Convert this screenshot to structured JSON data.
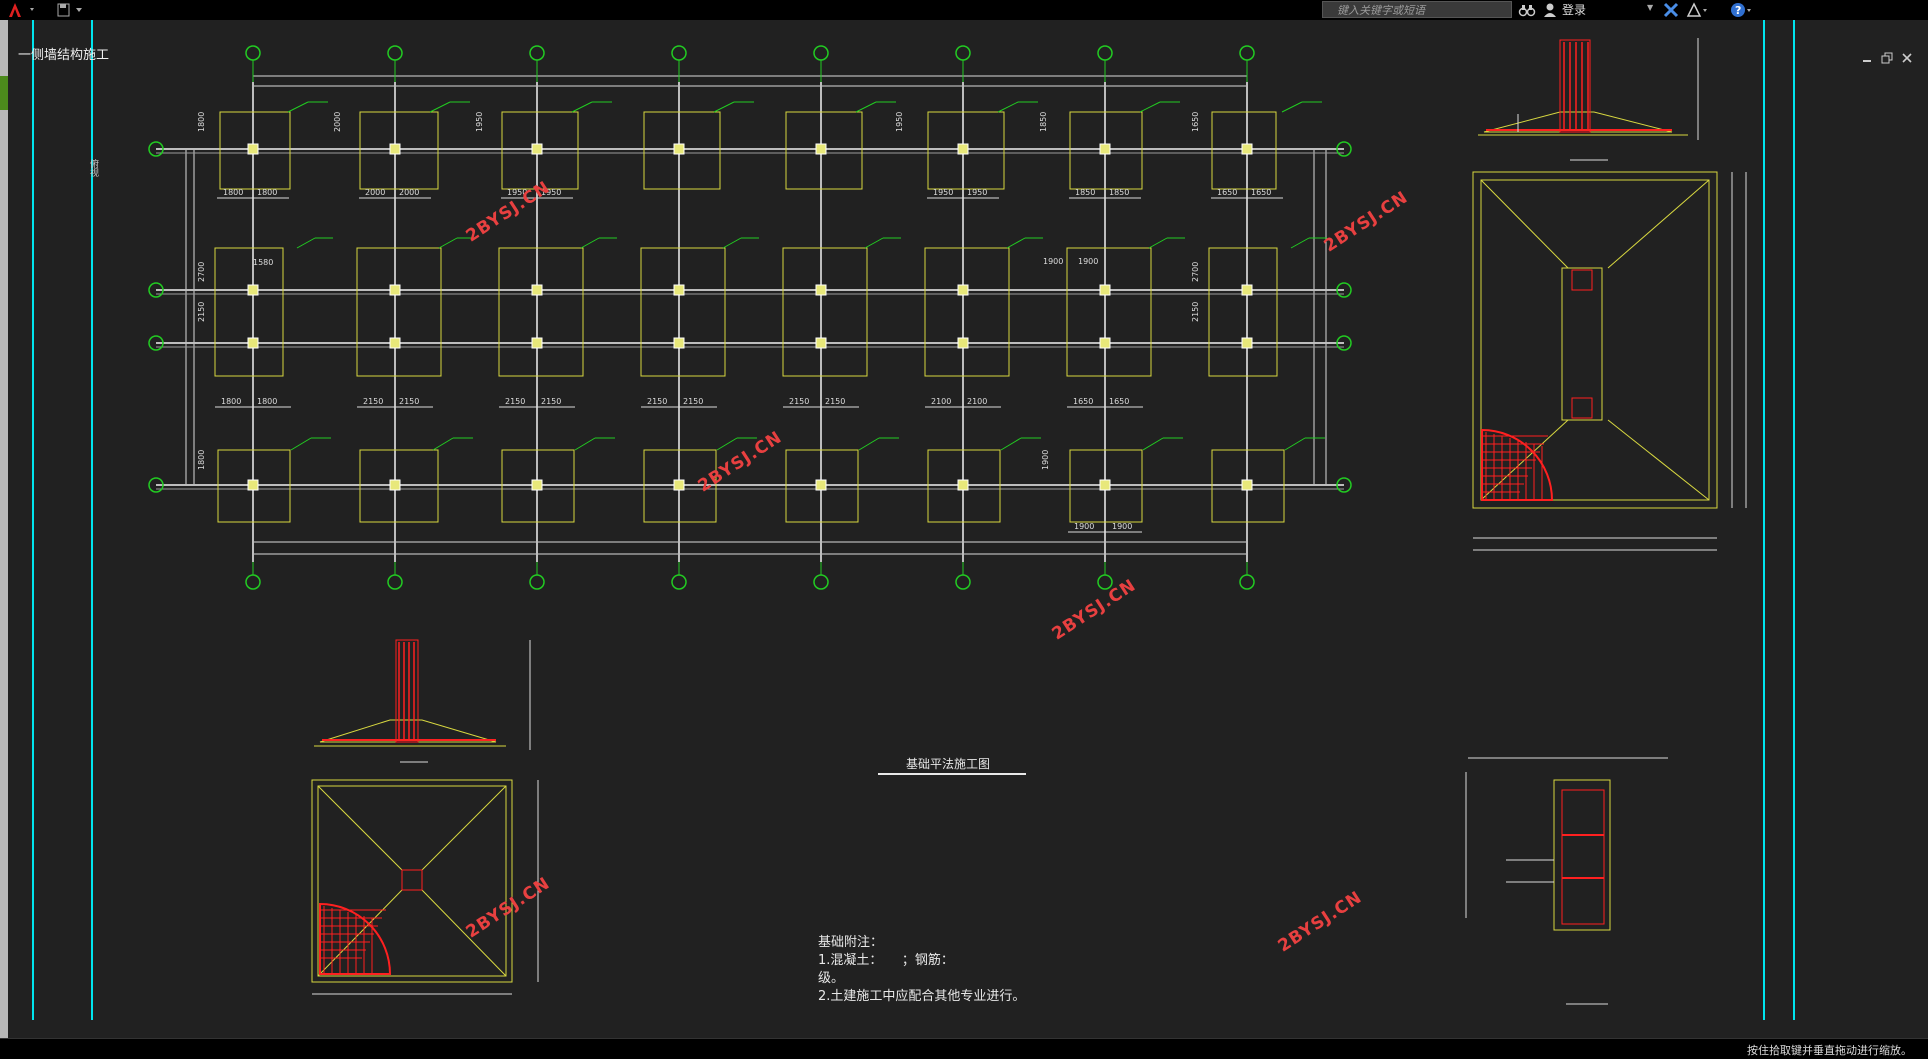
{
  "app": {
    "search_placeholder": "键入关键字或短语",
    "login_label": "登录",
    "file_tab_label": "一侧墙结构施工",
    "viewcube_label": "俯视"
  },
  "drawing": {
    "title": "基础平法施工图",
    "notes": {
      "heading": "基础附注：",
      "line1": "1.混凝土：　　；钢筋：",
      "line2": "级。",
      "line3": "2.土建施工中应配合其他专业进行。"
    },
    "watermark": "2BYSJ.CN",
    "row1_dims": [
      "1800",
      "1800",
      "2000",
      "2000",
      "1950",
      "1950",
      "1950",
      "1950",
      "1850",
      "1850",
      "1650",
      "1650"
    ],
    "row2_dims": [
      "1800",
      "1800",
      "2150",
      "2150",
      "2150",
      "2150",
      "2150",
      "2150",
      "2150",
      "2150",
      "2100",
      "2100",
      "1650",
      "1650"
    ],
    "row3_dims": [
      "1900",
      "1900"
    ],
    "vertical_dims": [
      "1800",
      "2000",
      "1950",
      "1950",
      "1850",
      "1650",
      "2700",
      "2150",
      "2700",
      "2150",
      "1800",
      "1900"
    ],
    "callout_1": "1580",
    "callout_2": "1900"
  },
  "colors": {
    "background": "#212121",
    "axis_green": "#22cc22",
    "footing_yellow": "#d8d840",
    "rebar_red": "#ff2020",
    "frame_cyan": "#00e5ee",
    "watermark": "#e84040"
  },
  "status": {
    "message": "按住拾取键并垂直拖动进行缩放。"
  }
}
